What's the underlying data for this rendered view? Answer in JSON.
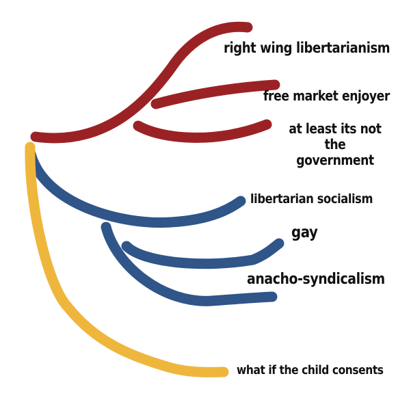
{
  "colors": {
    "right_branch": "#9b2224",
    "left_branch": "#2f5589",
    "child_branch": "#efb63d",
    "text": "#111111",
    "background": "#ffffff"
  },
  "labels": {
    "right_wing_libertarianism": "right wing libertarianism",
    "free_market_enjoyer": "free market enjoyer",
    "at_least_its_not_the_government": "at least its not\nthe government",
    "libertarian_socialism": "libertarian socialism",
    "gay": "gay",
    "anacho_syndicalism": "anacho-syndicalism",
    "what_if_the_child_consents": "what if the child consents"
  }
}
